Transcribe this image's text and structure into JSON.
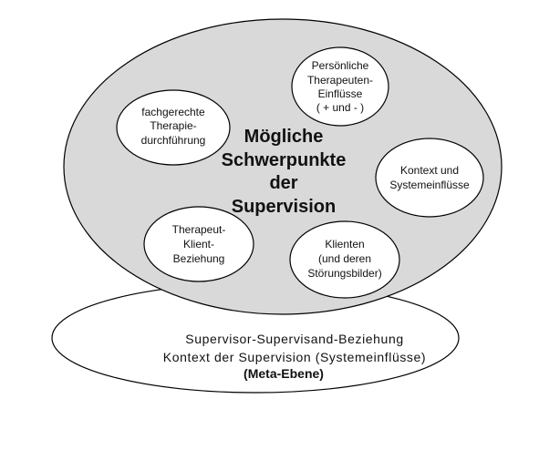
{
  "diagram": {
    "center_lines": [
      "Mögliche",
      "Schwerpunkte",
      "der",
      "Supervision"
    ],
    "nodes": {
      "durchfuehrung": [
        "fachgerechte",
        "Therapie-",
        "durchführung"
      ],
      "persoenlich": [
        "Persönliche",
        "Therapeuten-",
        "Einflüsse",
        "( + und  - )"
      ],
      "kontext": [
        "Kontext und",
        "Systemeinflüsse"
      ],
      "beziehung": [
        "Therapeut-",
        "Klient-",
        "Beziehung"
      ],
      "klienten": [
        "Klienten",
        "(und deren",
        "Störungsbilder)"
      ]
    },
    "meta": {
      "line1": "Supervisor-Supervisand-Beziehung",
      "line2": "Kontext der Supervision (Systemeinflüsse)",
      "line3": "(Meta-Ebene)"
    }
  },
  "colors": {
    "big_ellipse_fill": "#d9d9d9",
    "node_fill": "#ffffff",
    "stroke": "#000000"
  }
}
